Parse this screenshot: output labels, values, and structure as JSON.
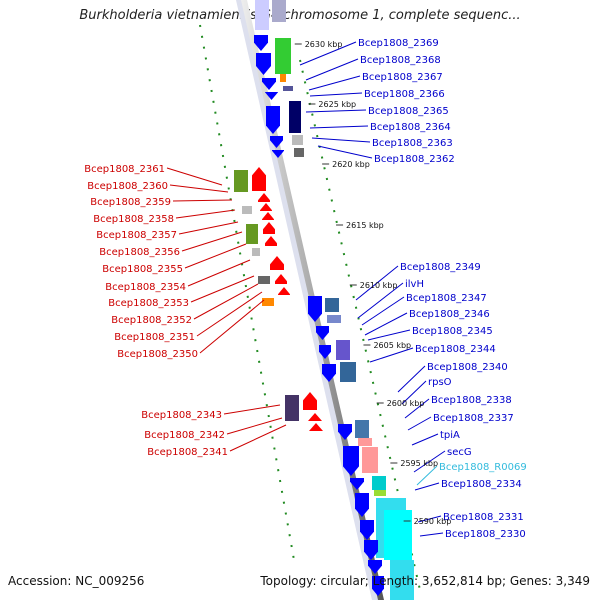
{
  "title": "Burkholderia vietnamiensis G4 chromosome 1, complete sequenc...",
  "footer": {
    "accession": "Accession: NC_009256",
    "summary": "Topology: circular; Length: 3,652,814 bp; Genes: 3,349"
  },
  "colors": {
    "forward_label": "#0000cc",
    "reverse_label": "#cc0000",
    "rna_label": "#33bbdd"
  },
  "ticks": [
    "2630 kbp",
    "2625 kbp",
    "2620 kbp",
    "2615 kbp",
    "2610 kbp",
    "2605 kbp",
    "2600 kbp",
    "2595 kbp",
    "2590 kbp"
  ],
  "right_labels": [
    "Bcep1808_2369",
    "Bcep1808_2368",
    "Bcep1808_2367",
    "Bcep1808_2366",
    "Bcep1808_2365",
    "Bcep1808_2364",
    "Bcep1808_2363",
    "Bcep1808_2362",
    "Bcep1808_2349",
    "ilvH",
    "Bcep1808_2347",
    "Bcep1808_2346",
    "Bcep1808_2345",
    "Bcep1808_2344",
    "Bcep1808_2340",
    "rpsO",
    "Bcep1808_2338",
    "Bcep1808_2337",
    "tpiA",
    "secG",
    "Bcep1808_R0069",
    "Bcep1808_2334",
    "Bcep1808_2331",
    "Bcep1808_2330"
  ],
  "left_labels": [
    "Bcep1808_2361",
    "Bcep1808_2360",
    "Bcep1808_2359",
    "Bcep1808_2358",
    "Bcep1808_2357",
    "Bcep1808_2356",
    "Bcep1808_2355",
    "Bcep1808_2354",
    "Bcep1808_2353",
    "Bcep1808_2352",
    "Bcep1808_2351",
    "Bcep1808_2350",
    "Bcep1808_2343",
    "Bcep1808_2342",
    "Bcep1808_2341"
  ]
}
